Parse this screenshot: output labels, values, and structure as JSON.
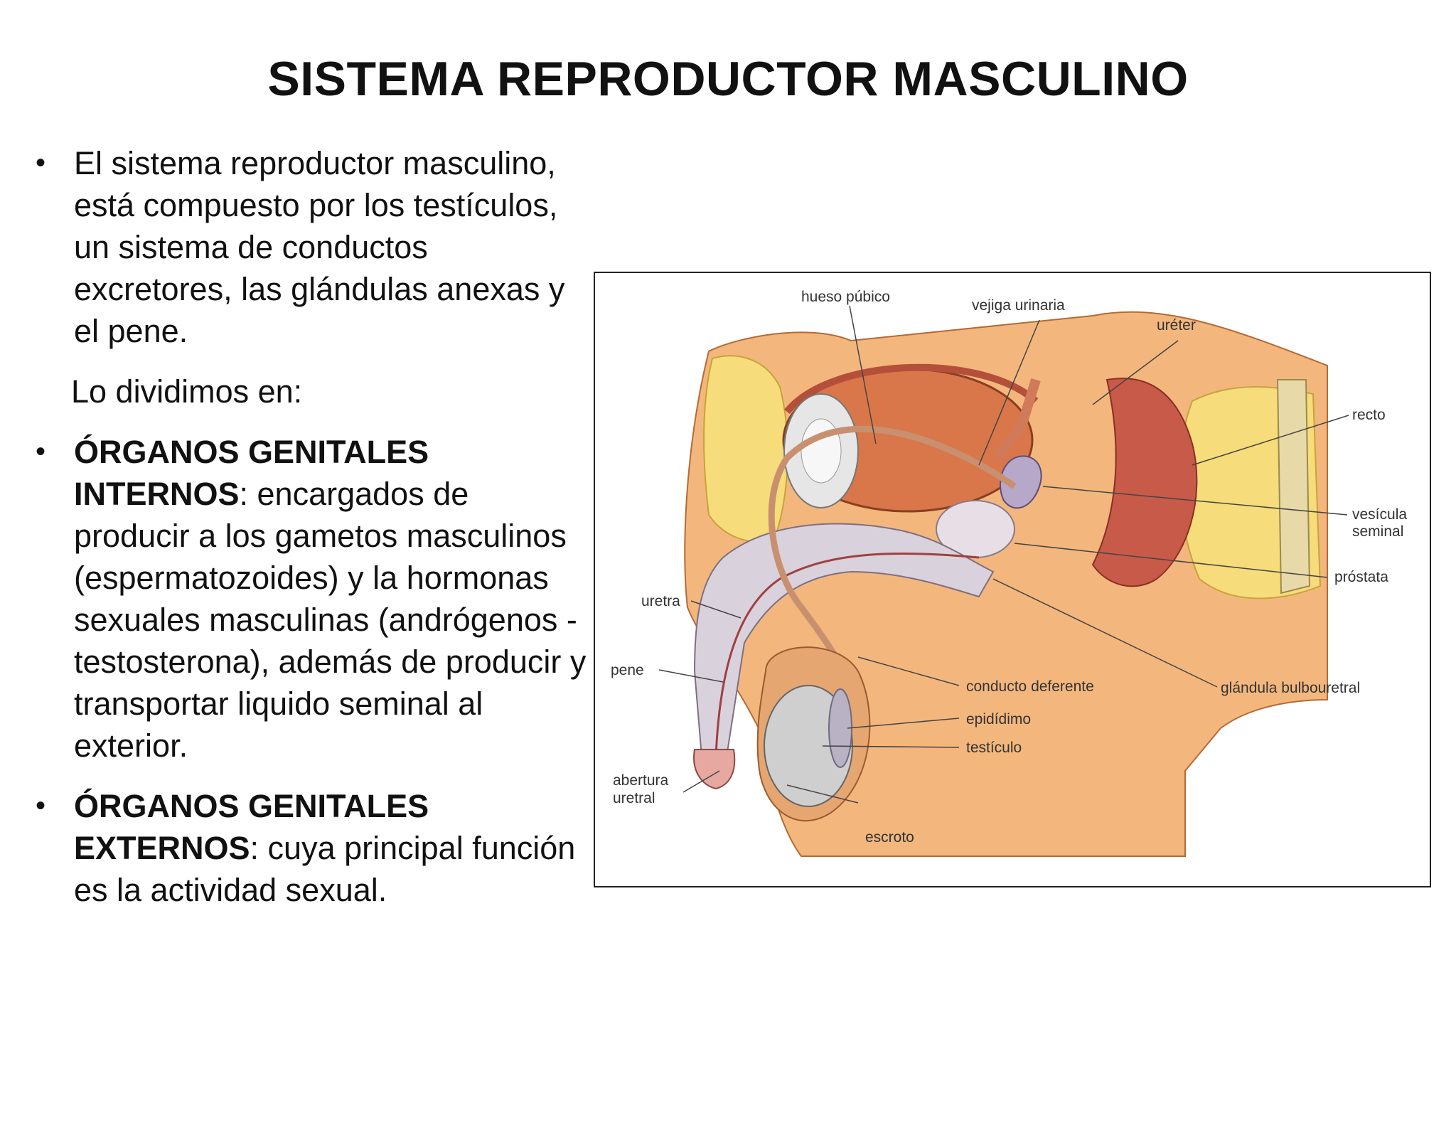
{
  "title": "SISTEMA REPRODUCTOR MASCULINO",
  "bullets": {
    "intro": "El sistema reproductor masculino, está compuesto por los testículos, un sistema de conductos excretores, las glándulas anexas y el pene.",
    "divide": "Lo dividimos en:",
    "internal_bold": "ÓRGANOS GENITALES INTERNOS",
    "internal_rest": ": encargados de producir a los gametos masculinos (espermatozoides) y la hormonas sexuales masculinas (andrógenos - testosterona), además de producir y transportar liquido seminal al exterior.",
    "external_bold": "ÓRGANOS GENITALES EXTERNOS",
    "external_rest": ": cuya principal función es la actividad sexual."
  },
  "diagram_labels": {
    "hueso_pubico": "hueso púbico",
    "vejiga": "vejiga urinaria",
    "ureter": "uréter",
    "recto": "recto",
    "vesicula_1": "vesícula",
    "vesicula_2": "seminal",
    "prostata": "próstata",
    "uretra": "uretra",
    "pene": "pene",
    "conducto": "conducto deferente",
    "glandula": "glándula bulbouretral",
    "epididimo": "epidídimo",
    "testiculo": "testículo",
    "abertura_1": "abertura",
    "abertura_2": "uretral",
    "escroto": "escroto"
  },
  "colors": {
    "skin": "#f3b77e",
    "skin_dark": "#e28f52",
    "fat": "#f6dc7a",
    "bladder": "#d9774a",
    "muscle": "#c85a4a",
    "tissue": "#d9d2dc",
    "testis": "#cfcfcf"
  }
}
